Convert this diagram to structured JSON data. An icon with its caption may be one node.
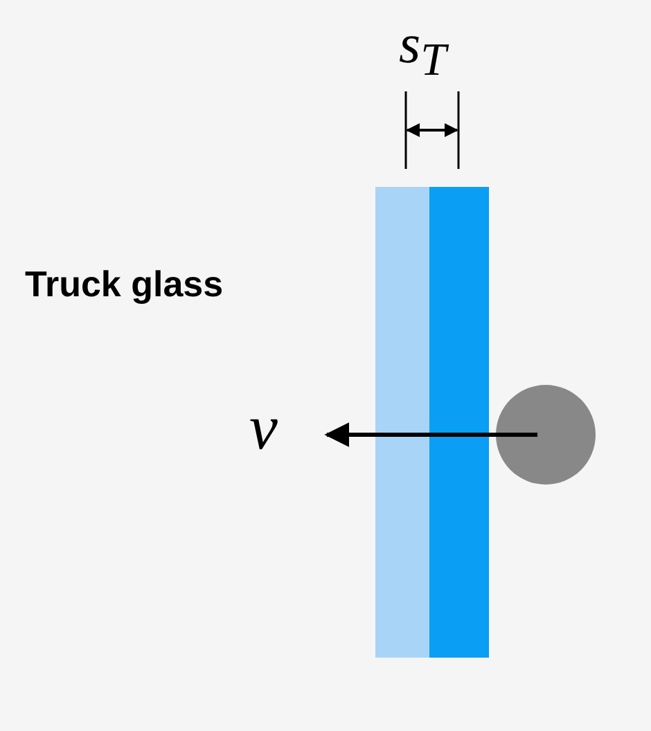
{
  "diagram": {
    "labels": [
      "s$_{T}$",
      "Truck glass",
      "v"
    ]
  }
}
